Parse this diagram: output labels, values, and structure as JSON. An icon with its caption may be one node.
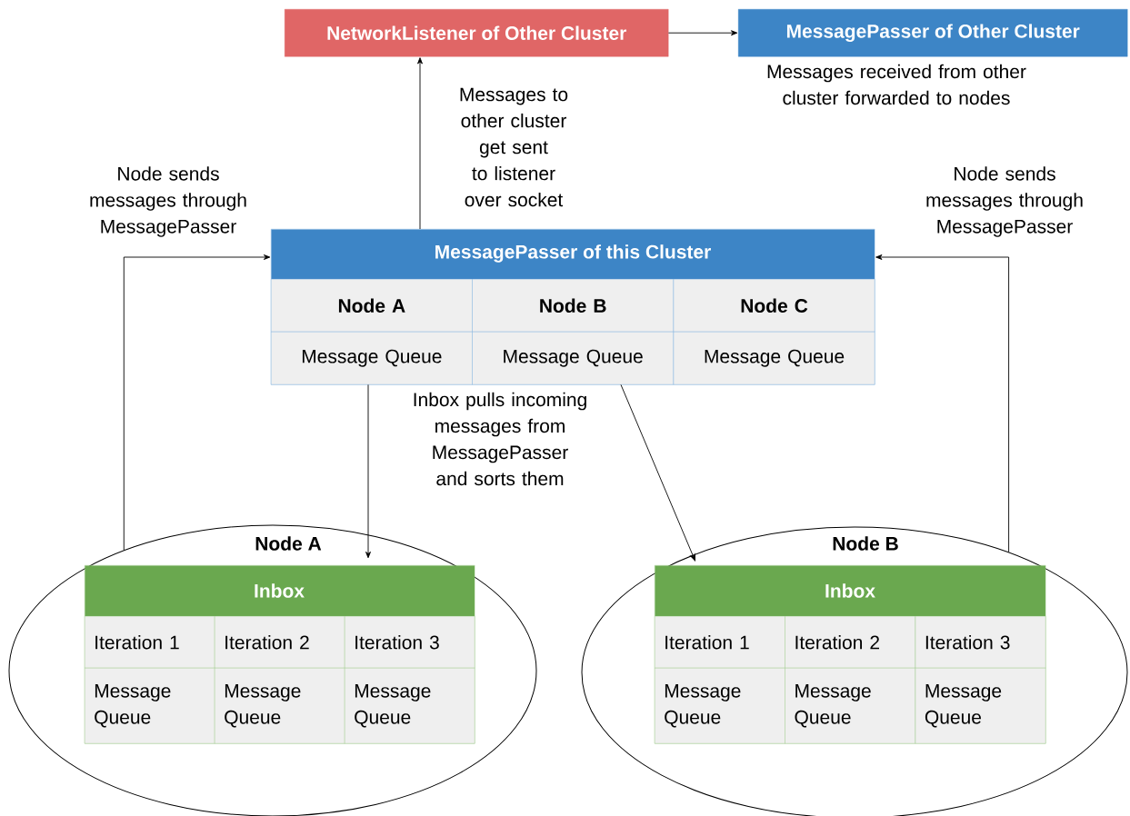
{
  "diagram": {
    "nodes": [
      {
        "text": [
          "NetworkListener of Other Cluster"
        ]
      },
      {
        "text": [
          "MessagePasser of Other Cluster"
        ],
        "beside": [
          "Messages received from other cluster forwarded to nodes"
        ]
      },
      {
        "text": [
          "MessagePasser of this Cluster"
        ]
      },
      {
        "text": [
          "Node A"
        ],
        "in": 2
      },
      {
        "text": [
          "Node B"
        ],
        "in": 2
      },
      {
        "text": [
          "Node C"
        ],
        "in": 2
      },
      {
        "text": [
          "Message Queue"
        ],
        "in": 2
      },
      {
        "text": [
          "Message Queue"
        ],
        "in": 2
      },
      {
        "text": [
          "Message Queue"
        ],
        "in": 2
      },
      {
        "text": [
          "Node A"
        ]
      },
      {
        "text": [
          "Inbox"
        ],
        "in": 9
      },
      {
        "text": [
          "Iteration 1"
        ],
        "in": 10
      },
      {
        "text": [
          "Iteration 2"
        ],
        "in": 10
      },
      {
        "text": [
          "Iteration 3"
        ],
        "in": 10
      },
      {
        "text": [
          "Message Queue"
        ],
        "in": 10
      },
      {
        "text": [
          "Message Queue"
        ],
        "in": 10
      },
      {
        "text": [
          "Message Queue"
        ],
        "in": 10
      },
      {
        "text": [
          "Node B"
        ]
      },
      {
        "text": [
          "Inbox"
        ],
        "in": 17
      },
      {
        "text": [
          "Iteration 1"
        ],
        "in": 18
      },
      {
        "text": [
          "Iteration 2"
        ],
        "in": 18
      },
      {
        "text": [
          "Iteration 3"
        ],
        "in": 18
      },
      {
        "text": [
          "Message Queue"
        ],
        "in": 18
      },
      {
        "text": [
          "Message Queue"
        ],
        "in": 18
      },
      {
        "text": [
          "Message Queue"
        ],
        "in": 18
      }
    ],
    "edges": [
      {
        "from": 0,
        "to": 1,
        "arrow": "to"
      },
      {
        "from": 2,
        "to": 0,
        "arrow": "to",
        "label": "Messages to other cluster get sent to listener over socket"
      },
      {
        "from": 9,
        "to": 2,
        "arrow": "to",
        "label": "Node sends messages through MessagePasser"
      },
      {
        "from": 17,
        "to": 2,
        "arrow": "to",
        "label": "Node sends messages through MessagePasser"
      },
      {
        "from": 6,
        "to": 10,
        "arrow": "to",
        "label": "Inbox pulls incoming messages from MessagePasser and sorts them"
      },
      {
        "from": 7,
        "to": 18,
        "arrow": "to"
      }
    ]
  }
}
